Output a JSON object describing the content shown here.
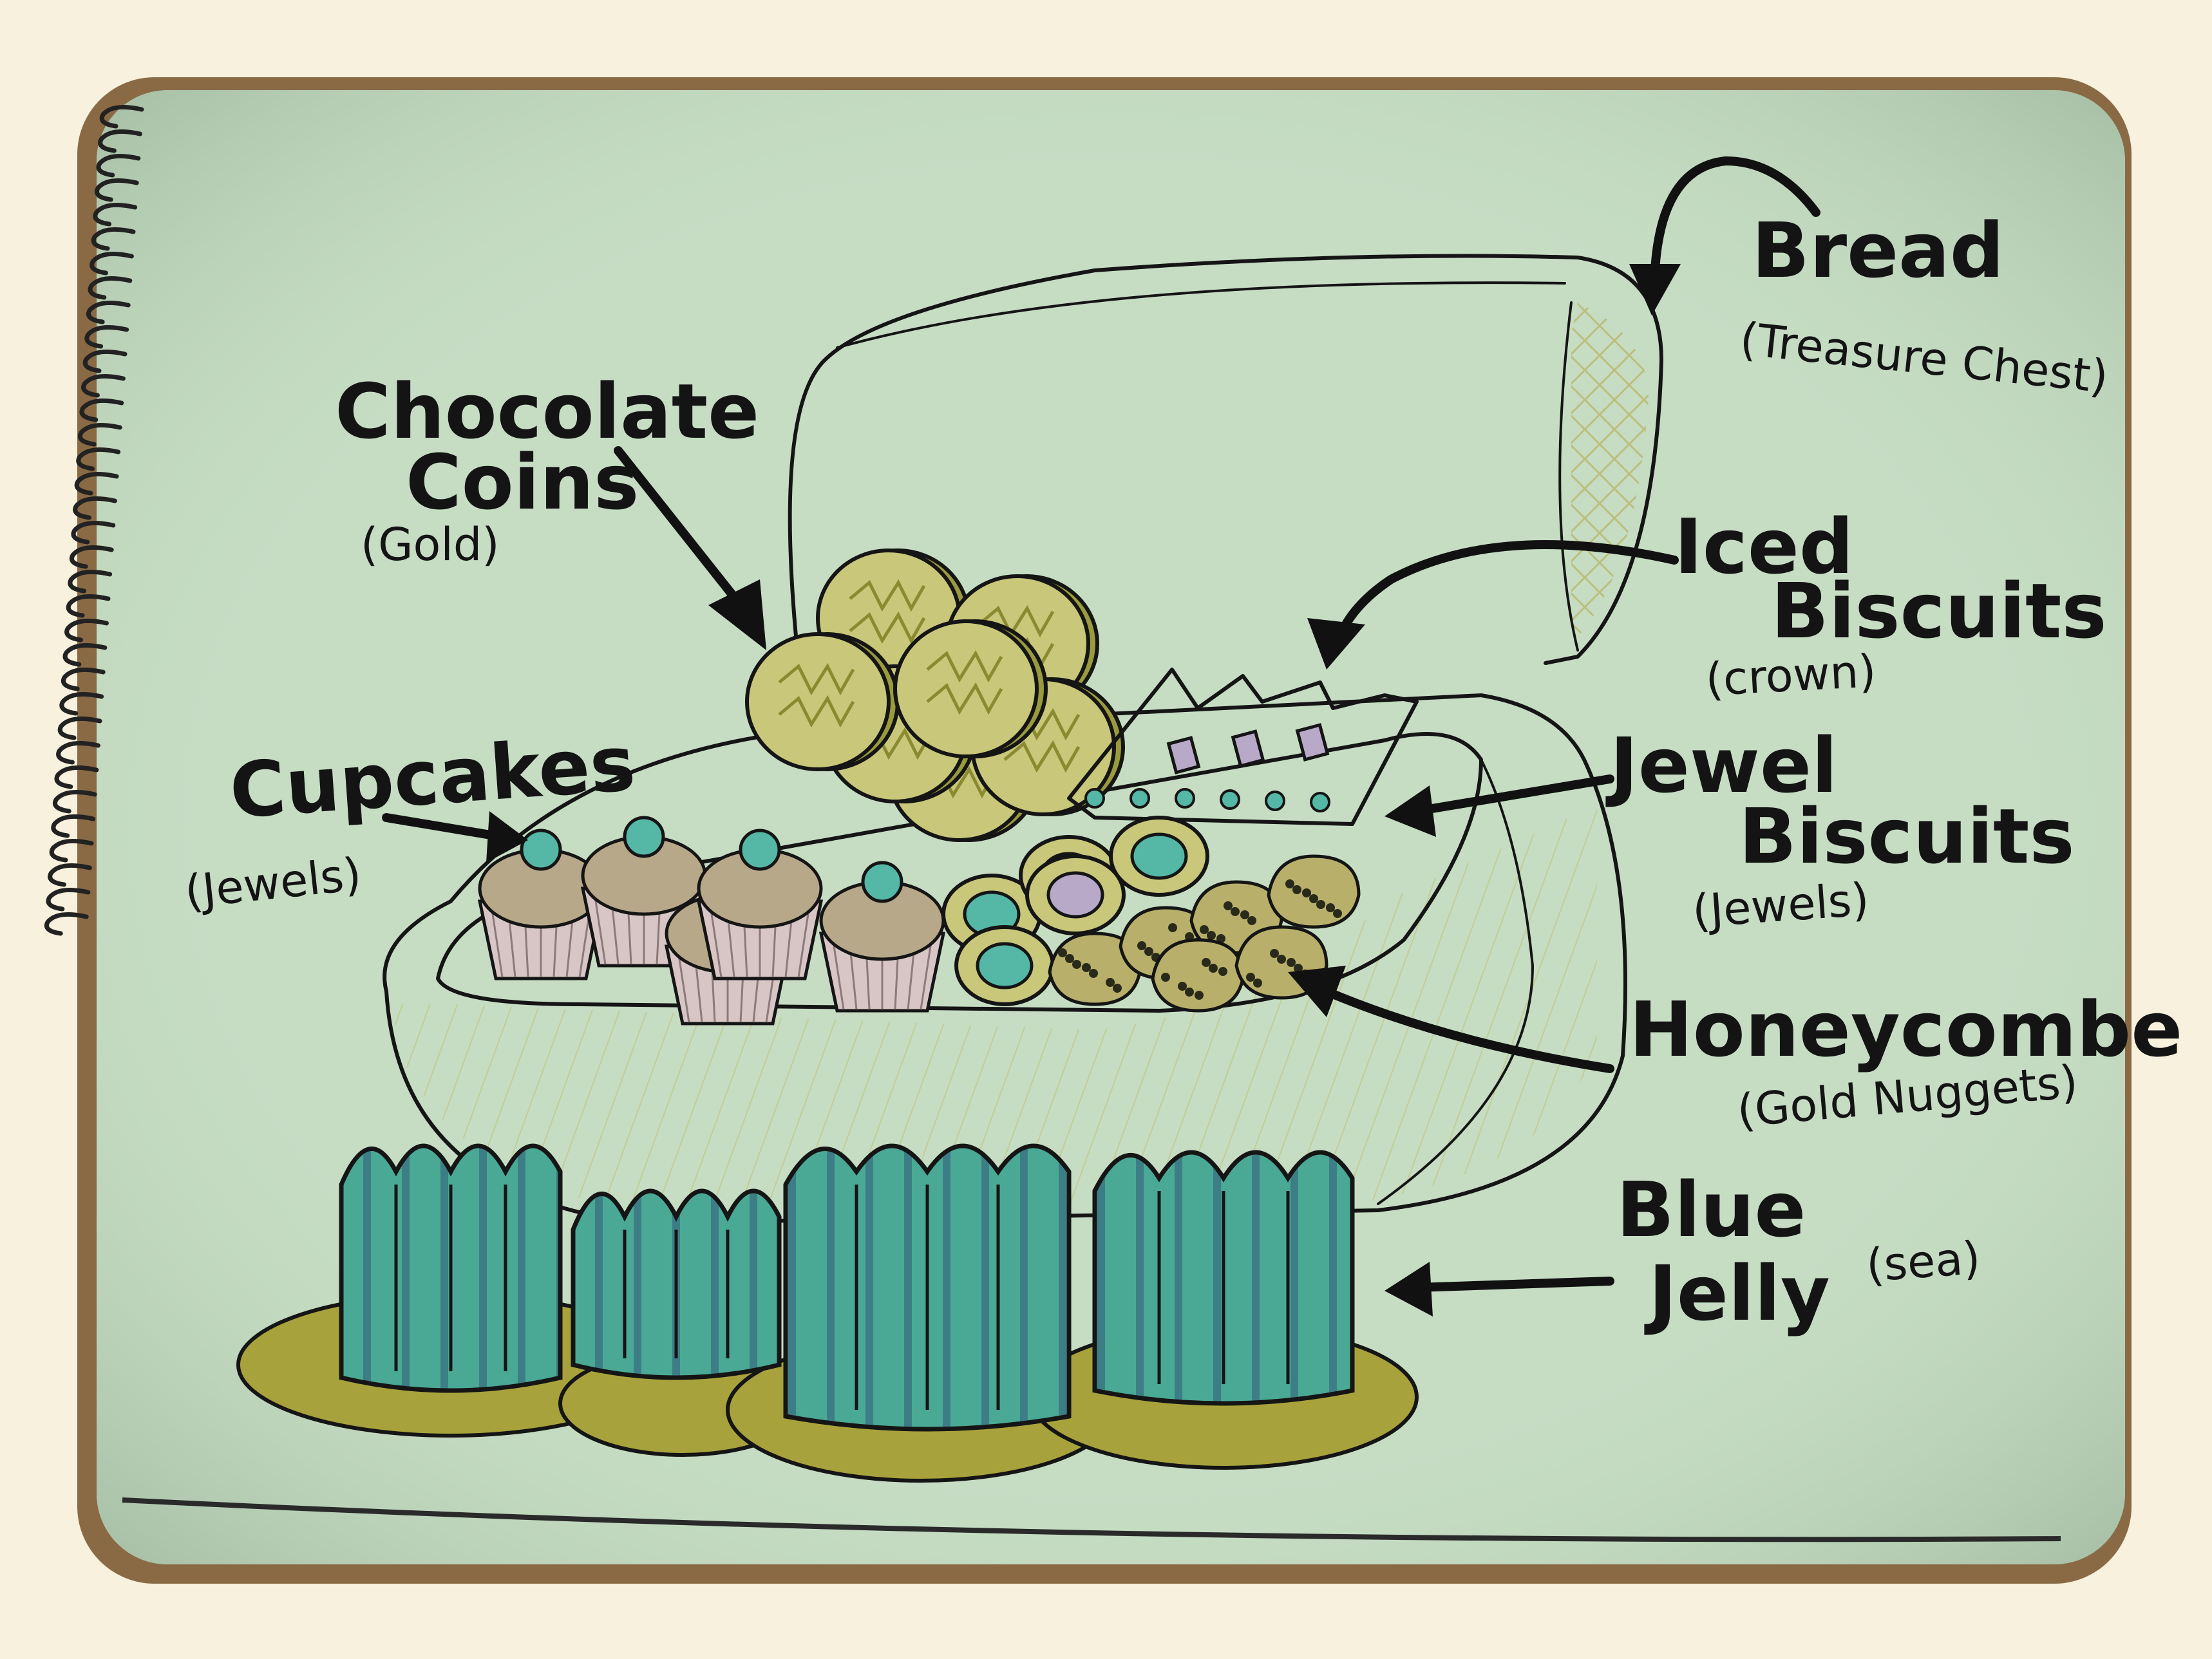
{
  "labels": {
    "bread": {
      "title": "Bread",
      "sub": "(Treasure Chest)"
    },
    "chocolate_coins": {
      "title_line1": "Chocolate",
      "title_line2": "Coins",
      "sub": "(Gold)"
    },
    "iced_biscuits": {
      "title_line1": "Iced",
      "title_line2": "Biscuits",
      "sub": "(crown)"
    },
    "cupcakes": {
      "title": "Cupcakes",
      "sub": "(Jewels)"
    },
    "jewel_biscuits": {
      "title_line1": "Jewel",
      "title_line2": "Biscuits",
      "sub": "(Jewels)"
    },
    "honeycombe": {
      "title": "Honeycombe",
      "sub": "(Gold Nuggets)"
    },
    "blue_jelly": {
      "title_line1": "Blue",
      "title_line2": "Jelly",
      "sub": "(sea)"
    }
  },
  "colors": {
    "paper": "#c6ddc4",
    "paper_edge": "#a9c4aa",
    "desk": "#8a6a45",
    "ink": "#151515",
    "gold": "#c9c77a",
    "gold_dark": "#9a9a3e",
    "jelly": "#4aa995",
    "jelly_dark": "#3d7e86",
    "plate": "#a8a23c",
    "cupcake_case": "#d8c6c6",
    "cupcake_top": "#b8a88a",
    "jewel": "#55b7a6",
    "jewel_lilac": "#b9a9c8"
  },
  "icons": [
    "spiral-binding-icon",
    "arrow-icon"
  ]
}
